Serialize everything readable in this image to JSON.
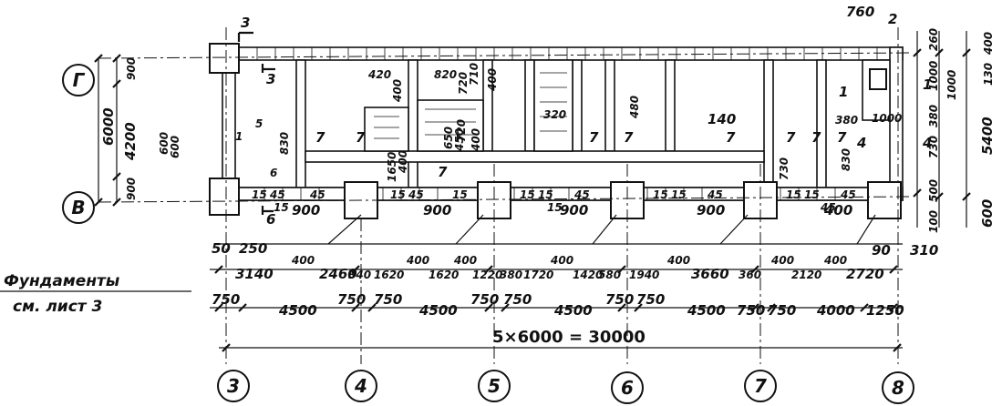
{
  "axes": {
    "vertical": [
      "3",
      "4",
      "5",
      "6",
      "7",
      "8"
    ],
    "horizontal": [
      "Г",
      "В"
    ]
  },
  "note": {
    "line1": "Фундаменты",
    "line2": "см. лист 3"
  },
  "total_dimension": "5×6000 = 30000",
  "dimension_rows": {
    "row_axes": [
      "750",
      "4500",
      "750",
      "750",
      "4500",
      "750",
      "750",
      "4500",
      "750",
      "750",
      "4500",
      "750",
      "750",
      "4000",
      "1250"
    ],
    "row_piers": [
      "3140",
      "400",
      "2460",
      "340",
      "1620",
      "400",
      "1620",
      "400",
      "1220",
      "380",
      "1720",
      "400",
      "1420",
      "580",
      "1940",
      "400",
      "3660",
      "360",
      "400",
      "2120",
      "400",
      "2720"
    ],
    "row_small": [
      "50",
      "250",
      "90",
      "310"
    ]
  },
  "left_dims": [
    "6000",
    "4200",
    "900",
    "900",
    "600"
  ],
  "right_dims": [
    "400",
    "260",
    "130",
    "1000",
    "5400",
    "380",
    "730",
    "500",
    "100",
    "600"
  ],
  "top_marks": [
    "760",
    "2"
  ],
  "section_marks": [
    "3",
    "3",
    "5",
    "6",
    "6",
    "1",
    "7",
    "7",
    "7",
    "7",
    "7",
    "7",
    "7",
    "7",
    "7",
    "4",
    "4",
    "1",
    "1"
  ],
  "interior_dims": [
    "420",
    "400",
    "820",
    "720",
    "710",
    "400",
    "830",
    "600",
    "1650",
    "400",
    "650",
    "720",
    "450",
    "400",
    "320",
    "480",
    "140",
    "730",
    "830",
    "380",
    "1000",
    "1000"
  ],
  "band_dims": [
    "15",
    "45",
    "45",
    "15",
    "45",
    "15",
    "15",
    "15",
    "45",
    "15",
    "15",
    "45",
    "15",
    "15",
    "45",
    "15",
    "15",
    "45"
  ],
  "opening_dims": [
    "900",
    "900",
    "900",
    "900",
    "400"
  ]
}
